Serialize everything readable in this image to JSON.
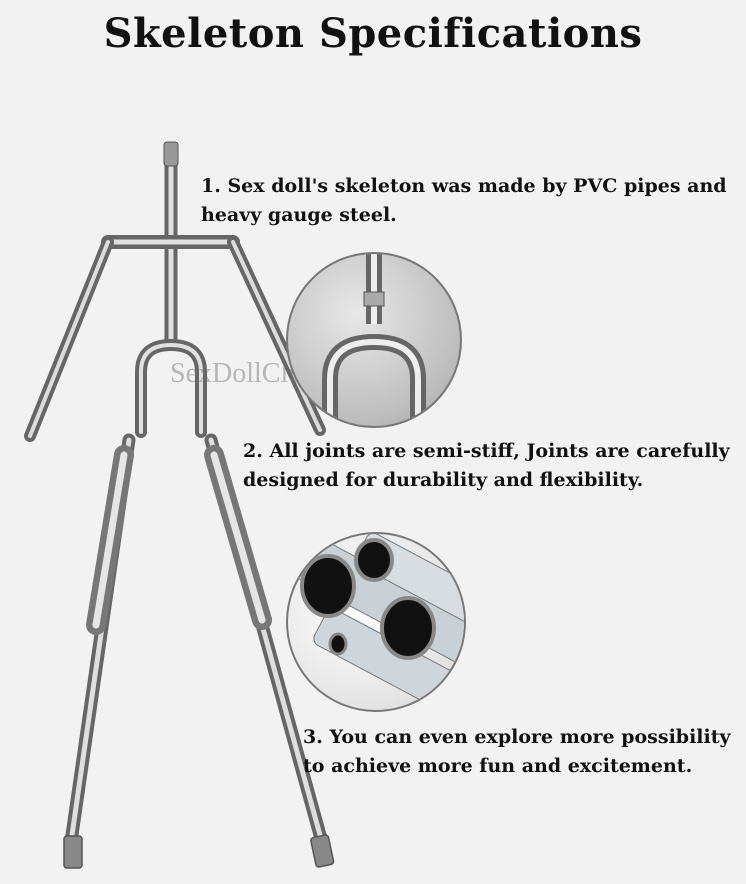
{
  "title": "Skeleton Specifications",
  "watermark": "SexDollClub",
  "specs": [
    "1. Sex doll's skeleton was made by PVC pipes and heavy gauge steel.",
    "2. All joints are semi-stiff, Joints are carefully designed for durability and flexibility.",
    "3. You can even explore more possibility to achieve more fun and excitement."
  ],
  "colors": {
    "background": "#f2f2f2",
    "metal_light": "#d9d9d9",
    "metal_dark": "#6f6f6f",
    "text": "#111111"
  }
}
